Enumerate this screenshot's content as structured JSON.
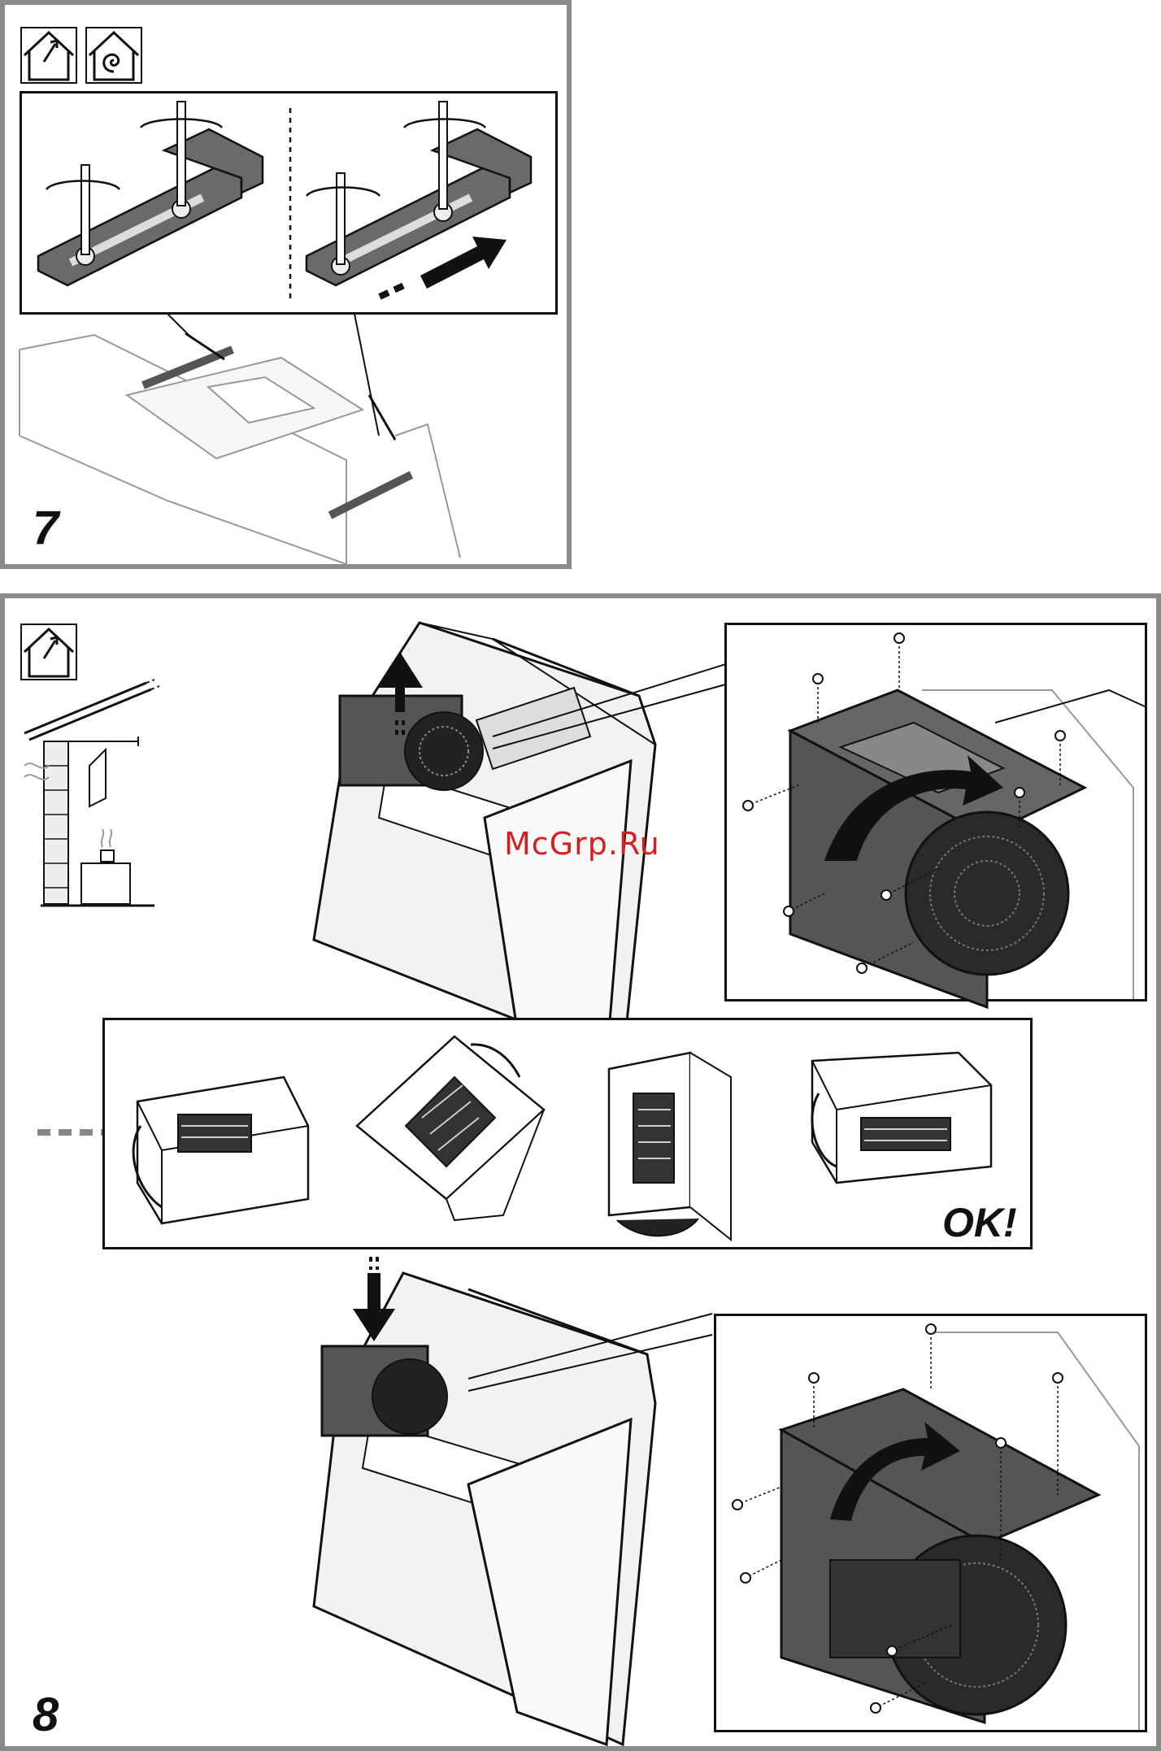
{
  "step7": {
    "number": "7"
  },
  "step8": {
    "number": "8",
    "ok_label": "OK!"
  },
  "watermark": "McGrp.Ru",
  "icons": [
    "house-vent-out-icon",
    "house-recirculation-icon",
    "house-vent-out-icon"
  ],
  "colors": {
    "panel_border": "#8a8a8a",
    "line": "#111111",
    "motor_fill": "#555555",
    "hood_fill": "#f2f2f2",
    "watermark": "#d42020"
  }
}
